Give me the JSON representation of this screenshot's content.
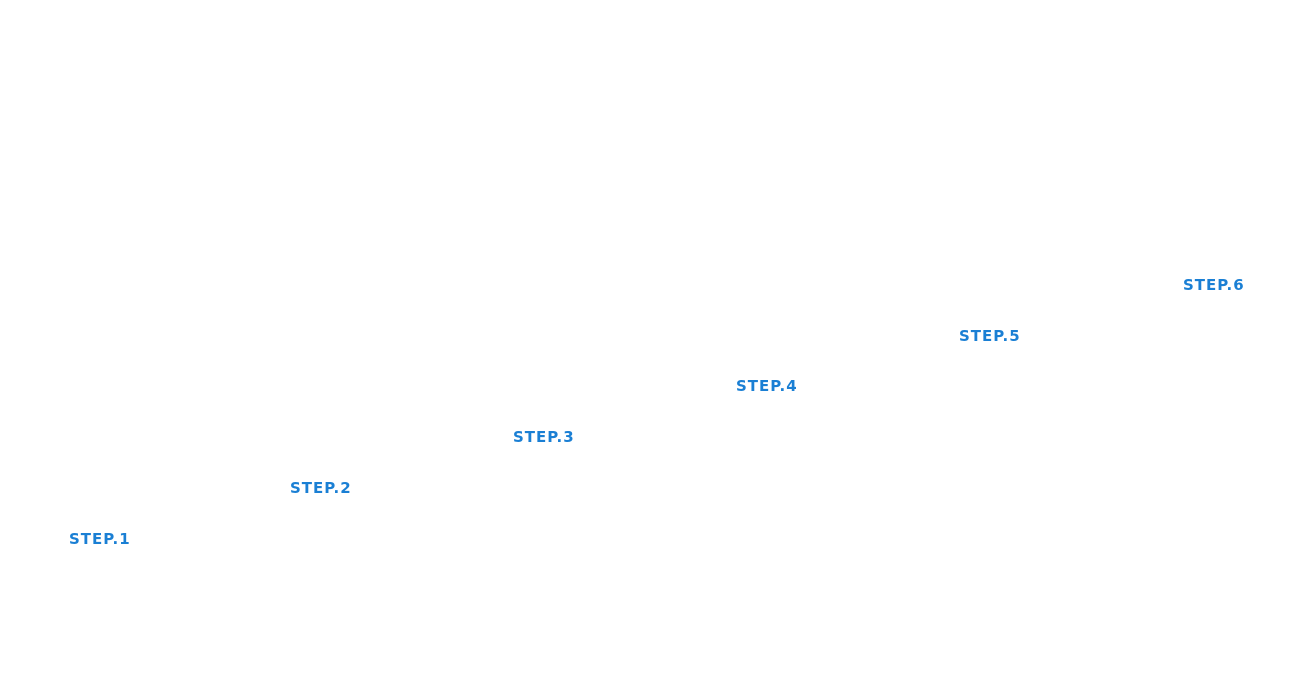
{
  "colors": {
    "background": "#ffffff",
    "step_label": "#1a7fd4"
  },
  "steps": [
    {
      "label": "STEP.1"
    },
    {
      "label": "STEP.2"
    },
    {
      "label": "STEP.3"
    },
    {
      "label": "STEP.4"
    },
    {
      "label": "STEP.5"
    },
    {
      "label": "STEP.6"
    }
  ]
}
